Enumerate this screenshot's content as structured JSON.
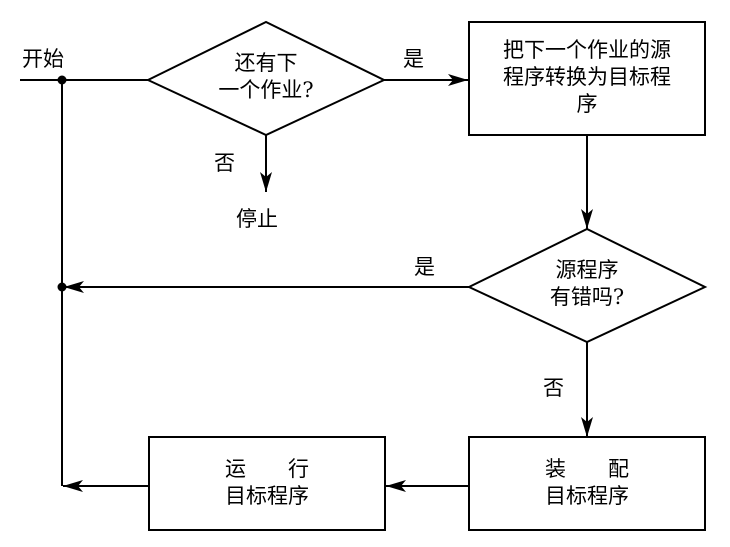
{
  "flowchart": {
    "start_label": "开始",
    "stop_label": "停止",
    "nodes": {
      "decision_next_job": {
        "line1": "还有下",
        "line2": "一个作业?"
      },
      "process_translate": {
        "line1": "把下一个作业的源",
        "line2": "程序转换为目标程",
        "line3": "序"
      },
      "decision_has_error": {
        "line1": "源程序",
        "line2": "有错吗?"
      },
      "process_load": {
        "line1": "装　　配",
        "line2": "目标程序"
      },
      "process_run": {
        "line1": "运　　行",
        "line2": "目标程序"
      }
    },
    "edges": {
      "next_job_yes": "是",
      "next_job_no": "否",
      "has_error_yes": "是",
      "has_error_no": "否"
    }
  }
}
